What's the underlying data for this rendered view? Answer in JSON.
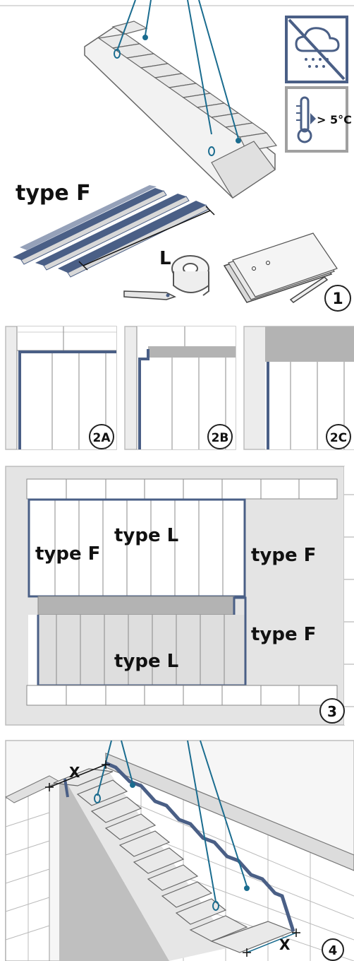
{
  "panel1": {
    "type_label": "type F",
    "length_label": "L",
    "temperature_label": "> 5°C",
    "step": "1",
    "icons": [
      "no-rain-icon",
      "thermometer-icon"
    ]
  },
  "panel2": {
    "steps": [
      "2A",
      "2B",
      "2C"
    ]
  },
  "panel3": {
    "labels": {
      "type_f_left": "type F",
      "type_l_top": "type L",
      "type_f_right_top": "type F",
      "type_f_right_bottom": "type F",
      "type_l_bottom": "type L"
    },
    "step": "3"
  },
  "panel4": {
    "x_top": "X",
    "x_bottom": "X",
    "step": "4"
  },
  "colors": {
    "accent_blue": "#4a5f86",
    "rope": "#1a6c8f",
    "concrete": "#e6e6e6",
    "wall_light": "#efefef",
    "dark_step": "#a9a9a9"
  }
}
